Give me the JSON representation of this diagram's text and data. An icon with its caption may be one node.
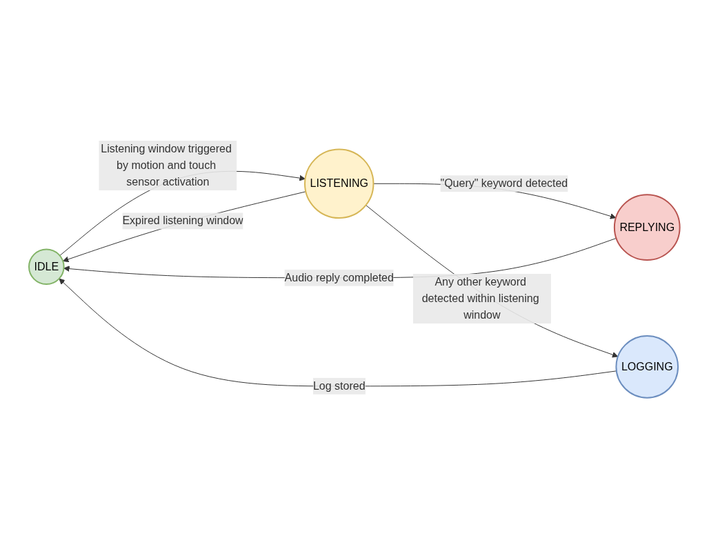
{
  "diagram": {
    "nodes": [
      {
        "text": [
          "IDLE"
        ]
      },
      {
        "text": [
          "LISTENING"
        ]
      },
      {
        "text": [
          "REPLYING"
        ]
      },
      {
        "text": [
          "LOGGING"
        ]
      }
    ],
    "edges": [
      {
        "from": 0,
        "to": 1,
        "arrow": "to",
        "label": "Listening window triggered by motion and touch sensor activation"
      },
      {
        "from": 1,
        "to": 0,
        "arrow": "to",
        "label": "Expired listening window"
      },
      {
        "from": 1,
        "to": 2,
        "arrow": "to",
        "label": "\"Query\" keyword detected"
      },
      {
        "from": 1,
        "to": 3,
        "arrow": "to",
        "label": "Any other keyword detected within listening window"
      },
      {
        "from": 3,
        "to": 0,
        "arrow": "to",
        "label": "Log stored"
      },
      {
        "from": 2,
        "to": 0,
        "arrow": "to",
        "label": "Audio reply completed"
      }
    ]
  }
}
